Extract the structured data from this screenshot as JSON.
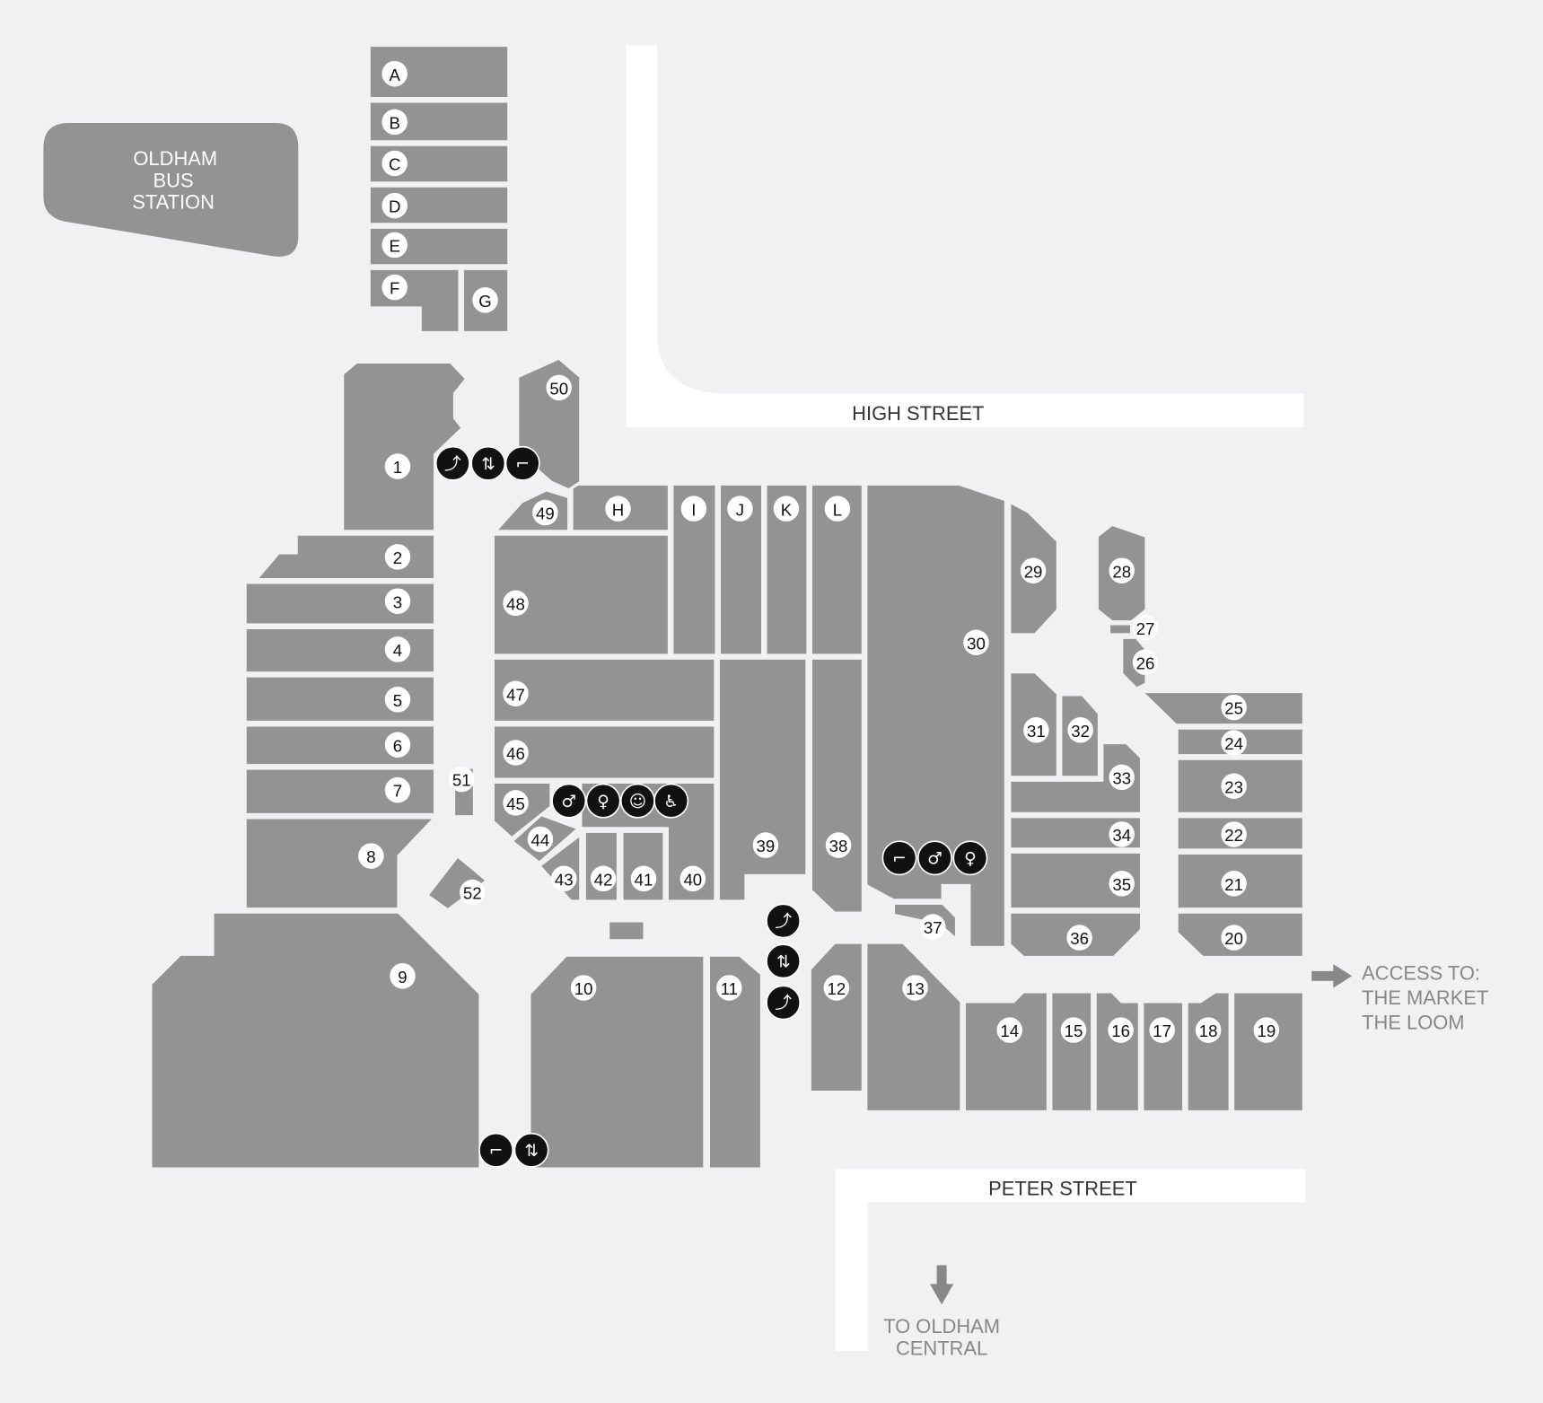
{
  "map": {
    "bus_station": [
      "OLDHAM",
      "BUS",
      "STATION"
    ],
    "streets": {
      "high": "HIGH STREET",
      "peter": "PETER STREET"
    },
    "access": [
      "ACCESS TO:",
      "THE MARKET",
      "THE LOOM"
    ],
    "central": [
      "TO OLDHAM",
      "CENTRAL"
    ],
    "units": [
      "A",
      "B",
      "C",
      "D",
      "E",
      "F",
      "G",
      "H",
      "I",
      "J",
      "K",
      "L",
      "1",
      "2",
      "3",
      "4",
      "5",
      "6",
      "7",
      "8",
      "9",
      "10",
      "11",
      "12",
      "13",
      "14",
      "15",
      "16",
      "17",
      "18",
      "19",
      "20",
      "21",
      "22",
      "23",
      "24",
      "25",
      "26",
      "27",
      "28",
      "29",
      "30",
      "31",
      "32",
      "33",
      "34",
      "35",
      "36",
      "37",
      "38",
      "39",
      "40",
      "41",
      "42",
      "43",
      "44",
      "45",
      "46",
      "47",
      "48",
      "49",
      "50",
      "51",
      "52"
    ],
    "facilities": [
      "escalator-icon",
      "lift-icon",
      "stairs-icon",
      "male-toilet-icon",
      "female-toilet-icon",
      "baby-change-icon",
      "accessible-toilet-icon",
      "stairs-icon",
      "male-toilet-icon",
      "female-toilet-icon",
      "escalator-icon",
      "lift-icon",
      "escalator-icon",
      "stairs-icon",
      "lift-icon"
    ],
    "colors": {
      "unit": "#939393",
      "background": "#f1f1f3",
      "road": "#ffffff",
      "facility": "#111111"
    }
  }
}
